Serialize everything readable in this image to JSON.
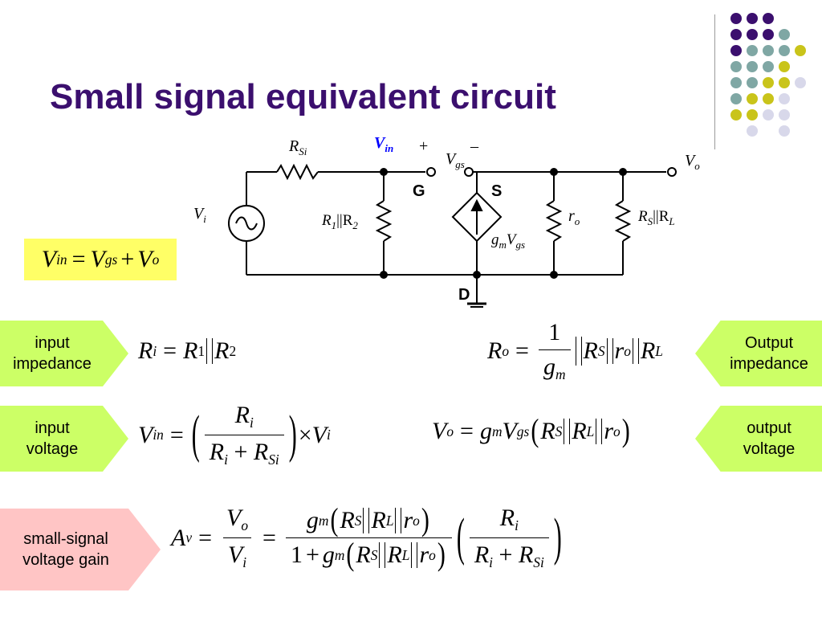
{
  "title": "Small signal equivalent circuit",
  "colors": {
    "title": "#3b0f6e",
    "arrow_green": "#ccff66",
    "arrow_pink": "#ffc5c5",
    "highlight_yellow": "#ffff66",
    "dot_purple": "#3b0f6e",
    "dot_teal": "#7fa7a4",
    "dot_olive": "#c9c41a",
    "dot_lavender": "#d8d8ea",
    "vin_blue": "#0000ff"
  },
  "circuit": {
    "labels": {
      "rsi": "R",
      "rsi_sub": "Si",
      "vin": "V",
      "vin_sub": "in",
      "plus": "+",
      "minus": "–",
      "vgs": "V",
      "vgs_sub": "gs",
      "vo": "V",
      "vo_sub": "o",
      "vi": "V",
      "vi_sub": "i",
      "gate": "G",
      "source": "S",
      "drain": "D",
      "r1r2": "R",
      "r1r2_sub1": "1",
      "r1r2_mid": "||R",
      "r1r2_sub2": "2",
      "gm": "g",
      "gm_sub": "m",
      "gm_v": "V",
      "gm_vsub": "gs",
      "ro": "r",
      "ro_sub": "o",
      "rsrl": "R",
      "rsrl_sub1": "S",
      "rsrl_mid": "||R",
      "rsrl_sub2": "L"
    }
  },
  "highlight_eq": {
    "lhs": "V",
    "lhs_sub": "in",
    "eq": "=",
    "t1": "V",
    "t1_sub": "gs",
    "plus": "+",
    "t2": "V",
    "t2_sub": "o"
  },
  "tags": {
    "input_impedance": [
      "input",
      "impedance"
    ],
    "output_impedance": [
      "Output",
      "impedance"
    ],
    "input_voltage": [
      "input",
      "voltage"
    ],
    "output_voltage": [
      "output",
      "voltage"
    ],
    "gain": [
      "small-signal",
      "voltage gain"
    ]
  },
  "equations": {
    "ri": {
      "lhs": "R",
      "lhs_sub": "i",
      "eq": "=",
      "a": "R",
      "a_sub": "1",
      "b": "R",
      "b_sub": "2"
    },
    "ro": {
      "lhs": "R",
      "lhs_sub": "o",
      "eq": "=",
      "num": "1",
      "den": "g",
      "den_sub": "m",
      "a": "R",
      "a_sub": "S",
      "b": "r",
      "b_sub": "o",
      "c": "R",
      "c_sub": "L"
    },
    "vin": {
      "lhs": "V",
      "lhs_sub": "in",
      "eq": "=",
      "num": "R",
      "num_sub": "i",
      "den_a": "R",
      "den_a_sub": "i",
      "plus": "+",
      "den_b": "R",
      "den_b_sub": "Si",
      "times": "×",
      "tail": "V",
      "tail_sub": "i"
    },
    "vo": {
      "lhs": "V",
      "lhs_sub": "o",
      "eq": "=",
      "g": "g",
      "g_sub": "m",
      "v": "V",
      "v_sub": "gs",
      "a": "R",
      "a_sub": "S",
      "b": "R",
      "b_sub": "L",
      "c": "r",
      "c_sub": "o"
    },
    "av": {
      "lhs": "A",
      "lhs_sub": "v",
      "eq": "=",
      "f1_num": "V",
      "f1_num_sub": "o",
      "f1_den": "V",
      "f1_den_sub": "i",
      "eq2": "=",
      "g": "g",
      "g_sub": "m",
      "a": "R",
      "a_sub": "S",
      "b": "R",
      "b_sub": "L",
      "c": "r",
      "c_sub": "o",
      "one": "1",
      "plus": "+",
      "r": "R",
      "r_sub": "i",
      "rb": "R",
      "rb_sub": "Si"
    }
  }
}
